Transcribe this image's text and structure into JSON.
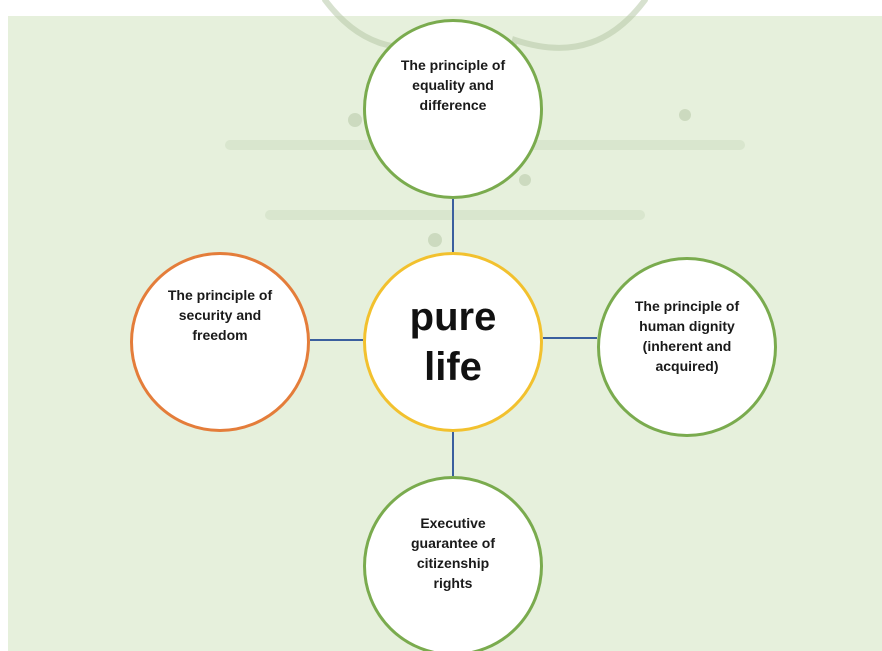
{
  "center": {
    "label": "pure\nlife",
    "border_color": "#f2c12e"
  },
  "principles": {
    "top": "The principle of equality and difference",
    "left": "The principle of security and freedom",
    "right": "The principle of human dignity (inherent and acquired)",
    "bottom": "Executive guarantee of citizenship rights"
  },
  "colors": {
    "background": "#e6f0dc",
    "green_border": "#7aab4e",
    "orange_border": "#e47d3a",
    "connector": "#3a5f9e"
  }
}
